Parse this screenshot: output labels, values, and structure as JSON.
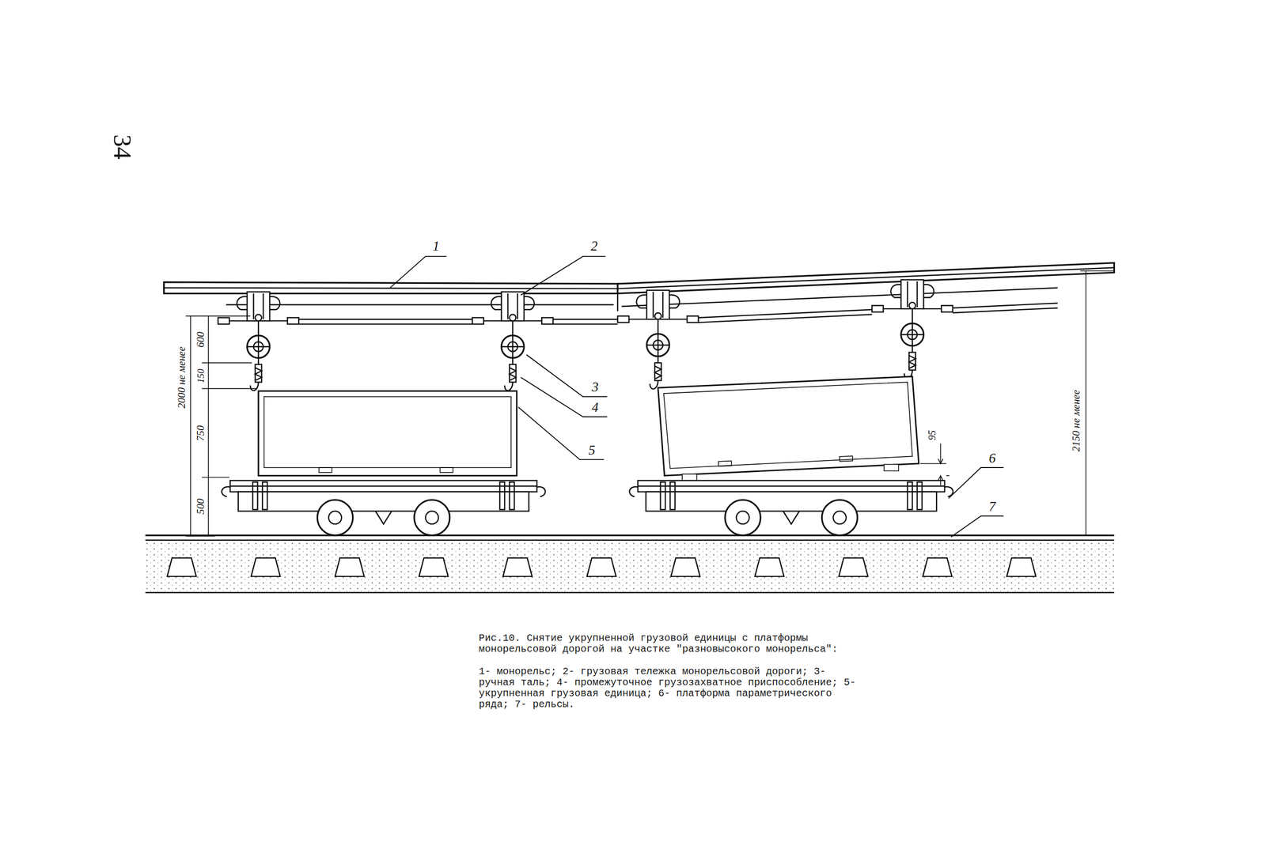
{
  "diagram": {
    "caption": "Рис.10. Снятие укрупненной грузовой единицы с платформы монорельсовой дорогой на участке \"разновысокого монорельса\":",
    "labels": [
      "34",
      "1",
      "2",
      "3",
      "4",
      "5",
      "6",
      "7",
      "600",
      "150",
      "750",
      "500",
      "2000 не менее",
      "95",
      "2150 не менее",
      "1- монорельс; 2- грузовая тележка монорельсовой дороги; 3- ручная таль; 4- промежуточное грузозахватное приспособление; 5- укрупненная грузовая единица; 6- платформа параметрического ряда; 7- рельсы."
    ]
  }
}
